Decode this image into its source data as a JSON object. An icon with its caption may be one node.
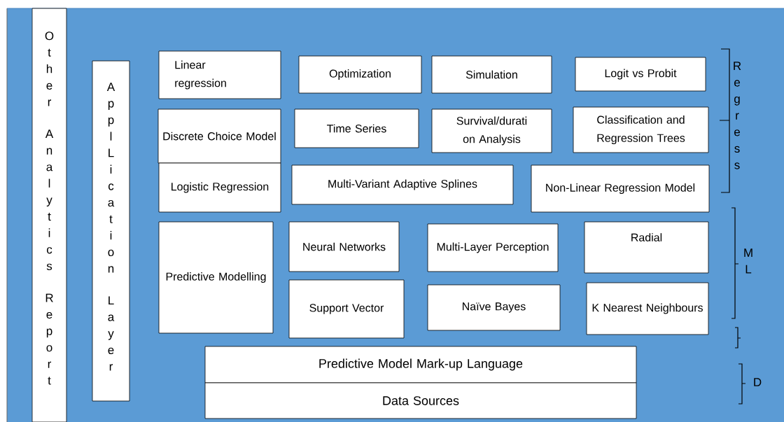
{
  "diagram": {
    "nodes": [
      {
        "text": [
          "Other Analytics Report"
        ]
      },
      {
        "text": [
          "ApplLication Layer"
        ]
      },
      {
        "text": [
          "Linear regression"
        ]
      },
      {
        "text": [
          "Optimization"
        ]
      },
      {
        "text": [
          "Simulation"
        ]
      },
      {
        "text": [
          "Logit vs Probit"
        ]
      },
      {
        "text": [
          "Discrete Choice Model"
        ]
      },
      {
        "text": [
          "Time Series"
        ]
      },
      {
        "text": [
          "Survival/durati on Analysis"
        ]
      },
      {
        "text": [
          "Classification and Regression Trees"
        ]
      },
      {
        "text": [
          "Logistic Regression"
        ]
      },
      {
        "text": [
          "Multi-Variant Adaptive Splines"
        ]
      },
      {
        "text": [
          "Non-Linear Regression Model"
        ]
      },
      {
        "text": [
          "Predictive Modelling"
        ]
      },
      {
        "text": [
          "Neural Networks"
        ]
      },
      {
        "text": [
          "Multi-Layer Perception"
        ]
      },
      {
        "text": [
          "Radial"
        ]
      },
      {
        "text": [
          "Support Vector"
        ]
      },
      {
        "text": [
          "Naïve Bayes"
        ]
      },
      {
        "text": [
          "K Nearest Neighbours"
        ]
      },
      {
        "text": [
          "Predictive Model Mark-up Language"
        ]
      },
      {
        "text": [
          "Data Sources"
        ]
      }
    ],
    "labels": [
      "Regress",
      "ML",
      "D"
    ]
  }
}
